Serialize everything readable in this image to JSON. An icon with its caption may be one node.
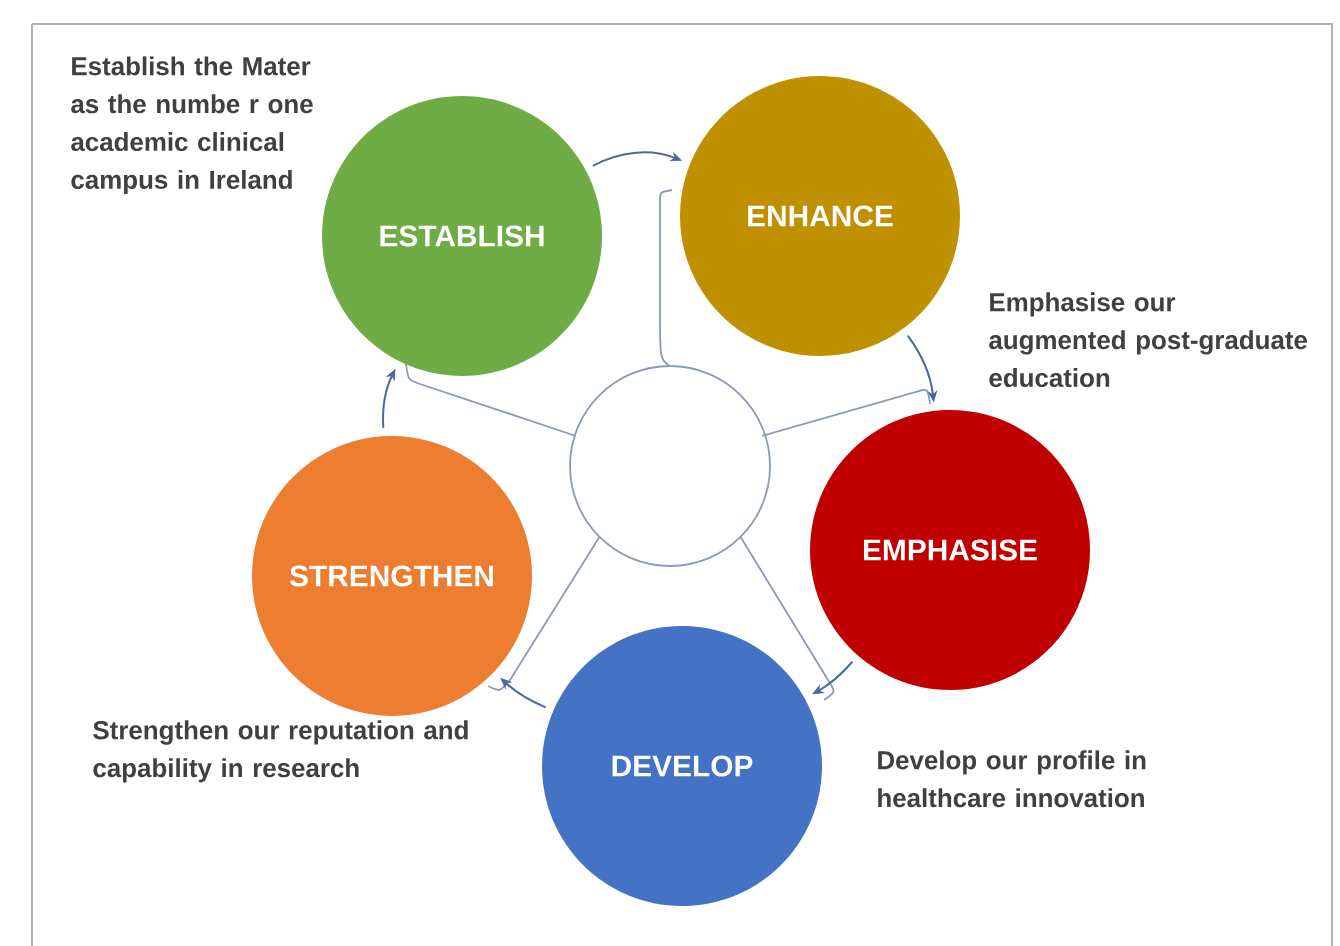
{
  "diagram": {
    "nodes": [
      {
        "text": [
          "ESTABLISH"
        ],
        "beside": [
          "Establish the Mater as the numbe r one academic clinical campus in Ireland"
        ]
      },
      {
        "text": [
          "ENHANCE"
        ]
      },
      {
        "text": [
          "EMPHASISE"
        ],
        "beside": [
          "Emphasise our augmented post-graduate education"
        ]
      },
      {
        "text": [
          "DEVELOP"
        ],
        "beside": [
          "Develop our profile in healthcare innovation"
        ]
      },
      {
        "text": [
          "STRENGTHEN"
        ],
        "beside": [
          "Strengthen our reputation and capability in research"
        ]
      }
    ],
    "edges": [
      {
        "from": 0,
        "to": 1,
        "arrow": "to"
      },
      {
        "from": 1,
        "to": 2,
        "arrow": "to"
      },
      {
        "from": 2,
        "to": 3,
        "arrow": "to"
      },
      {
        "from": 3,
        "to": 4,
        "arrow": "to"
      },
      {
        "from": 4,
        "to": 0,
        "arrow": "to"
      }
    ]
  }
}
